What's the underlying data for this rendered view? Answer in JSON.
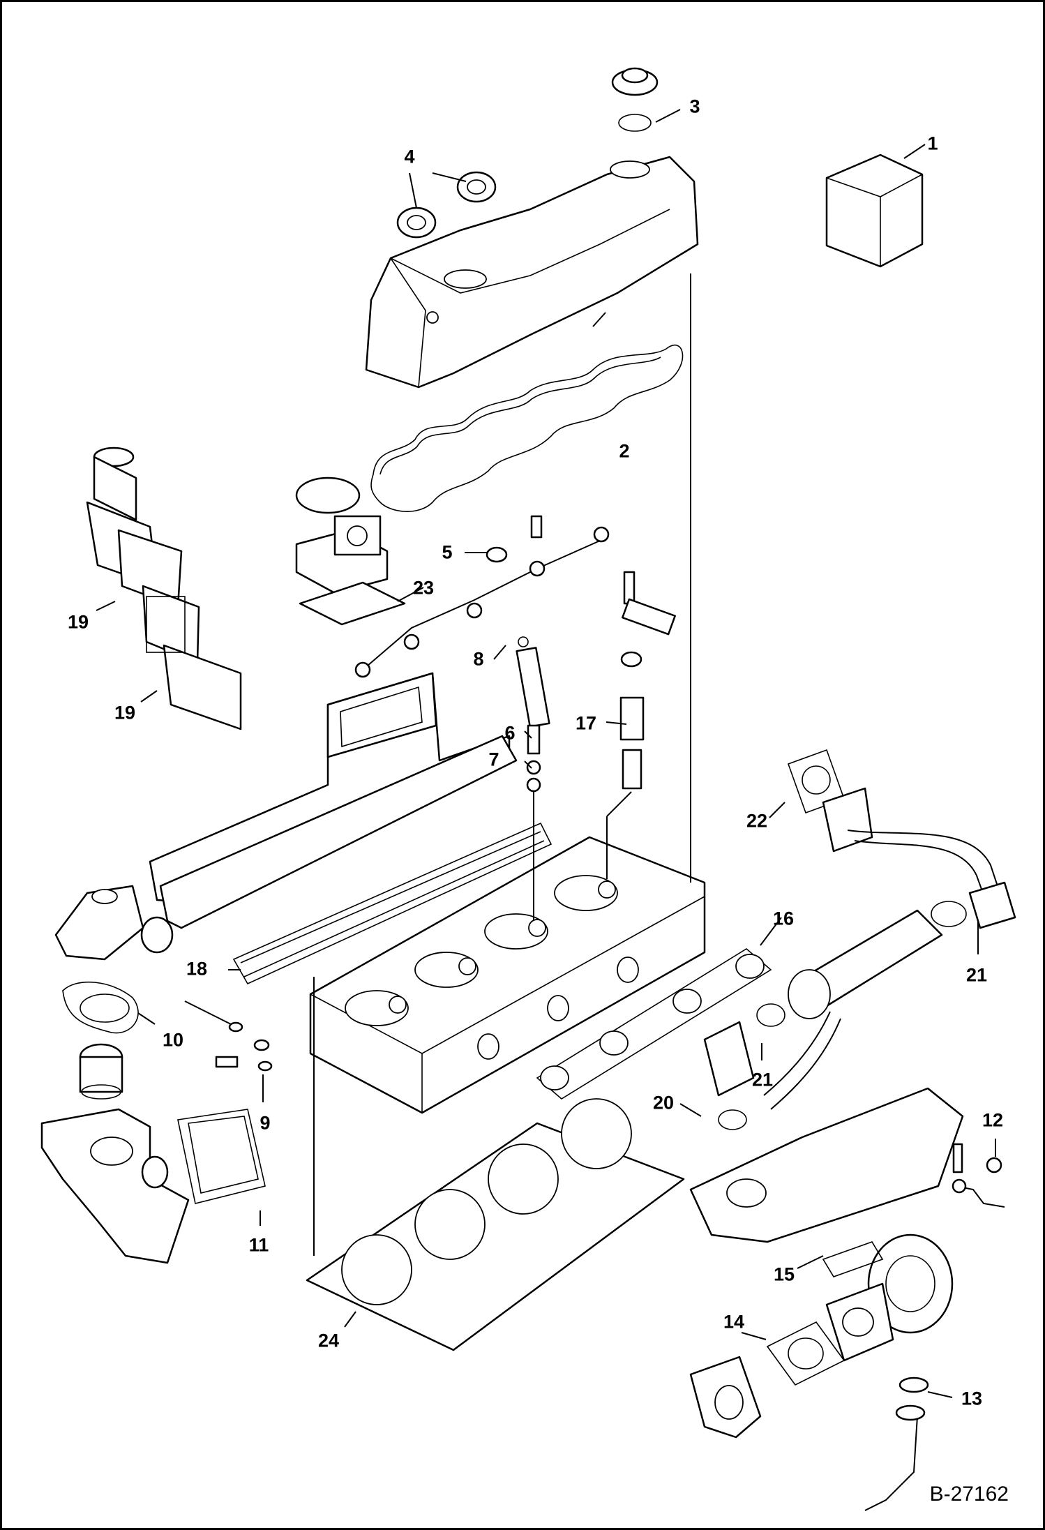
{
  "diagram": {
    "reference_code": "B-27162",
    "callouts": [
      {
        "id": "c1",
        "label": "1"
      },
      {
        "id": "c2",
        "label": "2"
      },
      {
        "id": "c3",
        "label": "3"
      },
      {
        "id": "c4",
        "label": "4"
      },
      {
        "id": "c5",
        "label": "5"
      },
      {
        "id": "c6",
        "label": "6"
      },
      {
        "id": "c7",
        "label": "7"
      },
      {
        "id": "c8",
        "label": "8"
      },
      {
        "id": "c9",
        "label": "9"
      },
      {
        "id": "c10",
        "label": "10"
      },
      {
        "id": "c11",
        "label": "11"
      },
      {
        "id": "c12",
        "label": "12"
      },
      {
        "id": "c13",
        "label": "13"
      },
      {
        "id": "c14",
        "label": "14"
      },
      {
        "id": "c15",
        "label": "15"
      },
      {
        "id": "c16",
        "label": "16"
      },
      {
        "id": "c17",
        "label": "17"
      },
      {
        "id": "c18",
        "label": "18"
      },
      {
        "id": "c19a",
        "label": "19"
      },
      {
        "id": "c19b",
        "label": "19"
      },
      {
        "id": "c20",
        "label": "20"
      },
      {
        "id": "c21a",
        "label": "21"
      },
      {
        "id": "c21b",
        "label": "21"
      },
      {
        "id": "c22",
        "label": "22"
      },
      {
        "id": "c23",
        "label": "23"
      },
      {
        "id": "c24",
        "label": "24"
      }
    ]
  }
}
